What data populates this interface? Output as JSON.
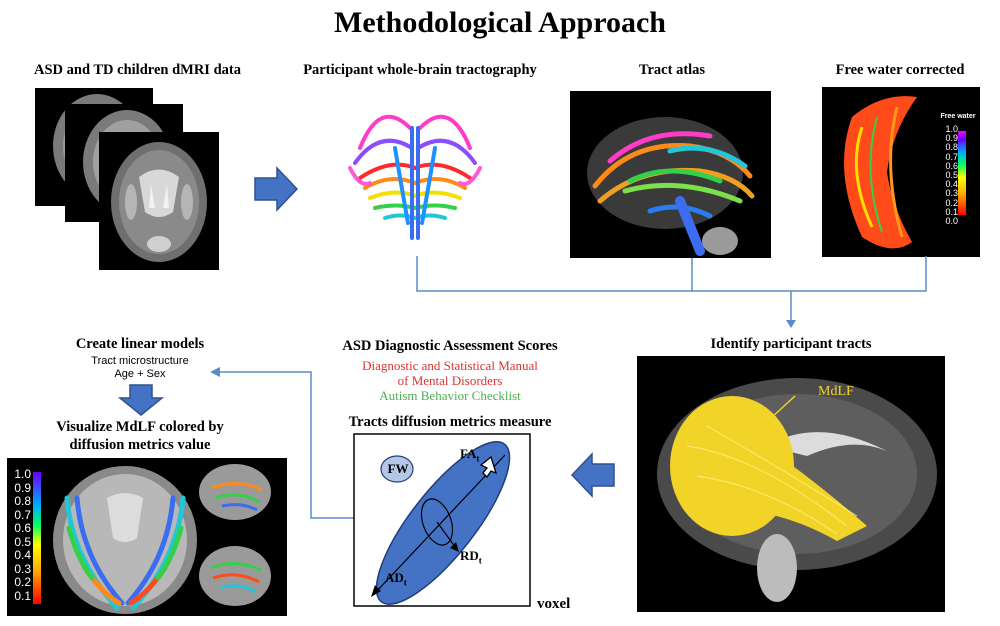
{
  "title": "Methodological Approach",
  "sections": {
    "dmri": "ASD and TD children dMRI data",
    "tractography": "Participant whole-brain tractography",
    "atlas": "Tract atlas",
    "freewater": "Free water corrected",
    "identify": "Identify participant tracts",
    "asd_scores": "ASD Diagnostic Assessment Scores",
    "tracts_measure": "Tracts diffusion metrics measure",
    "linear_models": "Create linear models",
    "visualize_line1": "Visualize MdLF colored by",
    "visualize_line2": "diffusion metrics value"
  },
  "asd_scores": {
    "line1": "Diagnostic and Statistical Manual",
    "line2": "of Mental Disorders",
    "line3": "Autism Behavior Checklist",
    "color_dsm": "#e03131",
    "color_abc": "#4caf50"
  },
  "linear_models": {
    "line1": "Tract microstructure",
    "line2": "Age + Sex"
  },
  "freewater_scale": {
    "title": "Free water",
    "ticks": [
      "1.0",
      "0.9",
      "0.8",
      "0.7",
      "0.6",
      "0.5",
      "0.4",
      "0.3",
      "0.2",
      "0.1",
      "0.0"
    ]
  },
  "md_scale": {
    "ticks": [
      "1.0",
      "0.9",
      "0.8",
      "0.7",
      "0.6",
      "0.5",
      "0.4",
      "0.3",
      "0.2",
      "0.1"
    ]
  },
  "tract_label": "MdLF",
  "voxel": {
    "fw": "FW",
    "fa": "FA",
    "rd": "RD",
    "ad": "AD",
    "subscript": "t",
    "caption": "voxel"
  },
  "colors": {
    "arrow_blue": "#4472c4",
    "arrow_dark": "#2f528f",
    "line_blue": "#5b8bc9",
    "ellipse_blue": "#4472c4",
    "fw_fill": "#b4c7e7",
    "tract_yellow": "#f2d429"
  }
}
